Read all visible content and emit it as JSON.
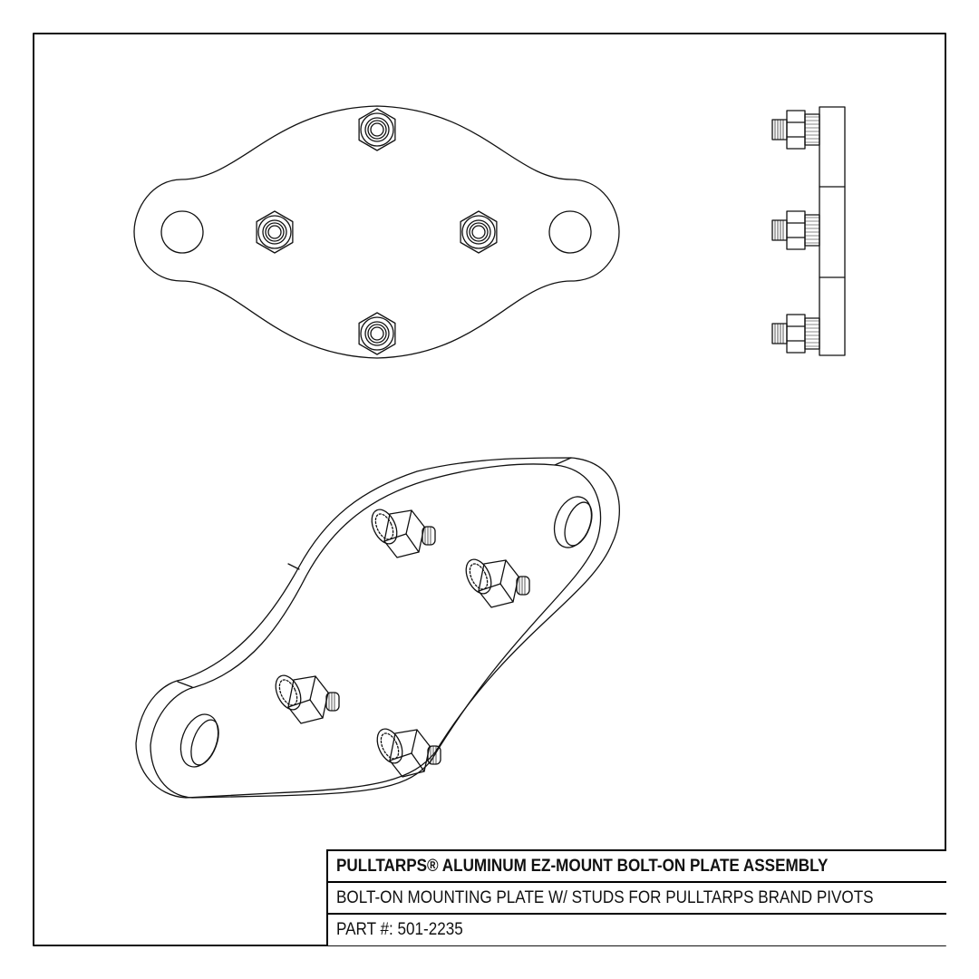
{
  "title_block": {
    "title": "PULLTARPS® ALUMINUM EZ-MOUNT BOLT-ON PLATE ASSEMBLY",
    "description": "BOLT-ON MOUNTING PLATE W/ STUDS FOR PULLTARPS BRAND PIVOTS",
    "part_number": "PART #: 501-2235"
  },
  "colors": {
    "line": "#111111",
    "background": "#ffffff"
  }
}
